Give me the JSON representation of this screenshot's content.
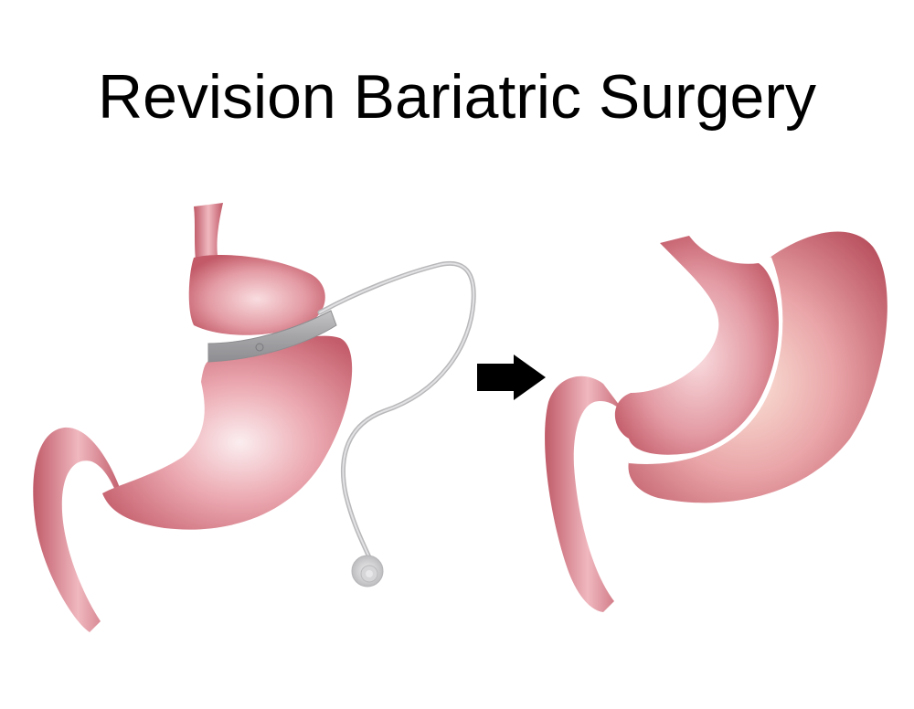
{
  "title": "Revision Bariatric Surgery",
  "figures": {
    "before": {
      "label": "Gastric band (Lap-Band) with access port"
    },
    "arrow": {
      "direction": "right"
    },
    "after": {
      "label": "Sleeve gastrectomy (resected stomach)"
    }
  },
  "colors": {
    "tissue": "#d9747f",
    "tissue_dark": "#b5505e",
    "tissue_light": "#f7d7d9",
    "inner_light": "#f9d3bf",
    "band": "#a8a8aa",
    "tube": "#b8b8ba",
    "arrow": "#000000"
  }
}
